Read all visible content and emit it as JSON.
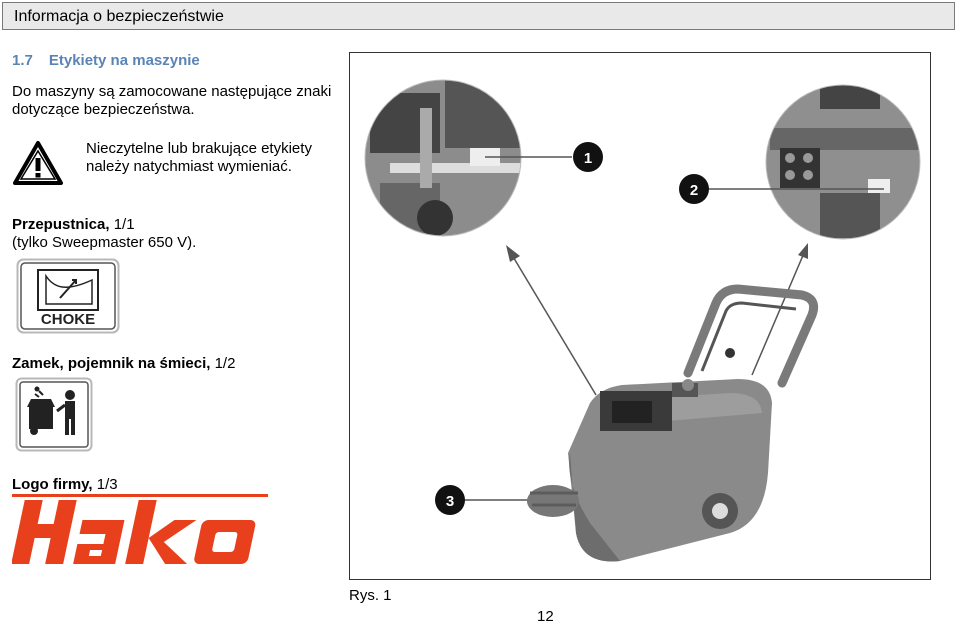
{
  "header": {
    "title": "Informacja o bezpieczeństwie"
  },
  "section": {
    "number": "1.7",
    "title": "Etykiety na maszynie"
  },
  "intro": "Do maszyny są zamocowane następujące znaki dotyczące bezpieczeństwa.",
  "warning": {
    "icon": "warning-triangle-icon",
    "text": "Nieczytelne lub brakujące etykiety należy natychmiast wymieniać."
  },
  "labels": [
    {
      "name": "Przepustnica,",
      "detail": " 1/1",
      "note": "(tylko Sweepmaster 650 V).",
      "icon": "choke-icon",
      "sign_text": "CHOKE"
    },
    {
      "name": "Zamek, pojemnik na śmieci,",
      "detail": " 1/2",
      "icon": "trash-bin-icon"
    },
    {
      "name": "Logo firmy,",
      "detail": " 1/3",
      "icon": "hako-logo",
      "logo_text": "Hako"
    }
  ],
  "figure": {
    "markers": [
      "1",
      "2",
      "3"
    ],
    "caption": "Rys. 1"
  },
  "colors": {
    "section_title": "#5a84b6",
    "logo": "#e8401c",
    "header_bg": "#e9e9e9"
  },
  "page_number": "12"
}
